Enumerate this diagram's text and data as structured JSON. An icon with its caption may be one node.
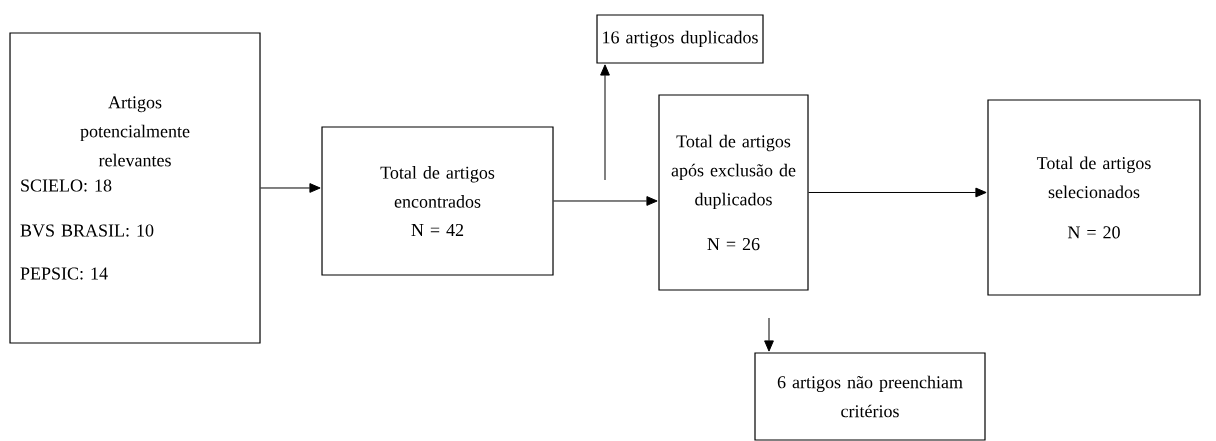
{
  "diagram": {
    "nodes": [
      {
        "text": [
          "Artigos potencialmente relevantes",
          "SCIELO: 18",
          "BVS BRASIL: 10",
          "PEPSIC: 14"
        ]
      },
      {
        "text": [
          "Total de artigos encontrados",
          "N = 42"
        ]
      },
      {
        "text": [
          "16 artigos duplicados"
        ]
      },
      {
        "text": [
          "Total de artigos após exclusão de duplicados",
          "N = 26"
        ]
      },
      {
        "text": [
          "Total de artigos selecionados",
          "N = 20"
        ]
      },
      {
        "text": [
          "6 artigos não preenchiam critérios"
        ]
      }
    ],
    "edges": [
      {
        "from": 0,
        "to": 1,
        "arrow": "to"
      },
      {
        "from": 1,
        "to": 3,
        "arrow": "to"
      },
      {
        "from": null,
        "to": 2,
        "arrow": "to"
      },
      {
        "from": 3,
        "to": 4,
        "arrow": "to"
      },
      {
        "from": null,
        "to": 5,
        "arrow": "to"
      }
    ]
  }
}
